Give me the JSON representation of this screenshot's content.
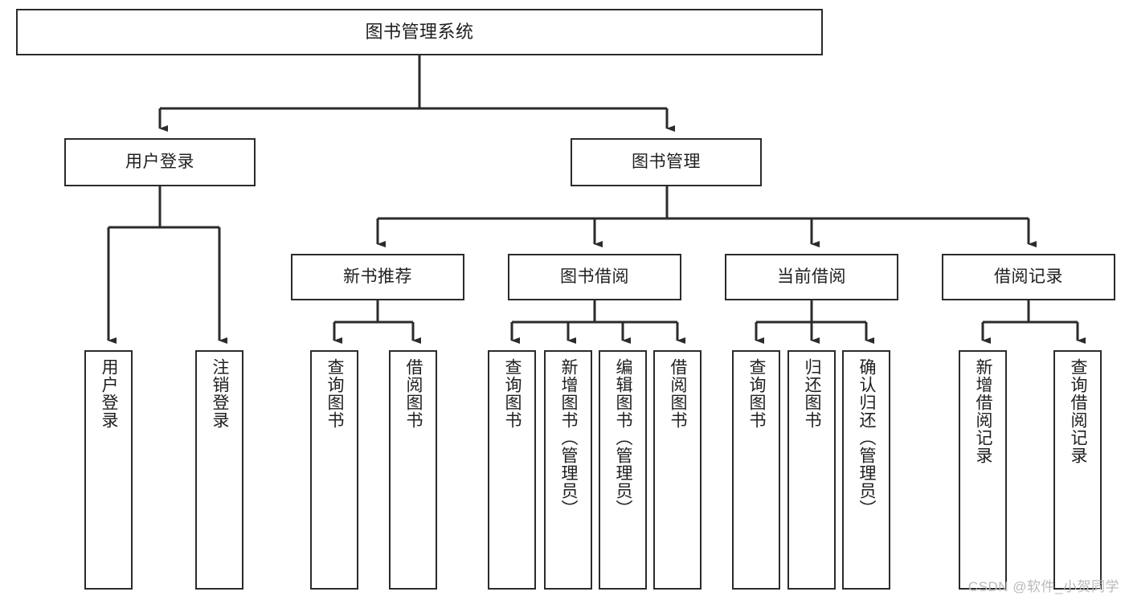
{
  "diagram": {
    "title": "图书管理系统",
    "type": "tree-hierarchy",
    "watermark": "CSDN @软件_小贺同学",
    "root": {
      "id": "root",
      "label": "图书管理系统"
    },
    "level2": [
      {
        "id": "user-login",
        "label": "用户登录"
      },
      {
        "id": "book-manage",
        "label": "图书管理"
      }
    ],
    "level3": [
      {
        "id": "new-book-recommend",
        "label": "新书推荐"
      },
      {
        "id": "book-borrow",
        "label": "图书借阅"
      },
      {
        "id": "current-borrow",
        "label": "当前借阅"
      },
      {
        "id": "borrow-record",
        "label": "借阅记录"
      }
    ],
    "leaves": [
      {
        "id": "leaf-user-login",
        "label": "用户登录",
        "parent": "user-login"
      },
      {
        "id": "leaf-logout-login",
        "label": "注销登录",
        "parent": "user-login"
      },
      {
        "id": "leaf-query-book-1",
        "label": "查询图书",
        "parent": "new-book-recommend"
      },
      {
        "id": "leaf-borrow-book-1",
        "label": "借阅图书",
        "parent": "new-book-recommend"
      },
      {
        "id": "leaf-query-book-2",
        "label": "查询图书",
        "parent": "book-borrow"
      },
      {
        "id": "leaf-add-book",
        "label": "新增图书（管理员）",
        "parent": "book-borrow"
      },
      {
        "id": "leaf-edit-book",
        "label": "编辑图书（管理员）",
        "parent": "book-borrow"
      },
      {
        "id": "leaf-borrow-book-2",
        "label": "借阅图书",
        "parent": "book-borrow"
      },
      {
        "id": "leaf-query-book-3",
        "label": "查询图书",
        "parent": "current-borrow"
      },
      {
        "id": "leaf-return-book",
        "label": "归还图书",
        "parent": "current-borrow"
      },
      {
        "id": "leaf-confirm-return",
        "label": "确认归还（管理员）",
        "parent": "current-borrow"
      },
      {
        "id": "leaf-add-record",
        "label": "新增借阅记录",
        "parent": "borrow-record"
      },
      {
        "id": "leaf-query-record",
        "label": "查询借阅记录",
        "parent": "borrow-record"
      }
    ],
    "colors": {
      "box_border": "#2b2b2b",
      "box_fill": "#ffffff",
      "connector": "#2b2b2b",
      "text": "#202020",
      "watermark": "#b9b9b9",
      "background": "#ffffff"
    }
  }
}
